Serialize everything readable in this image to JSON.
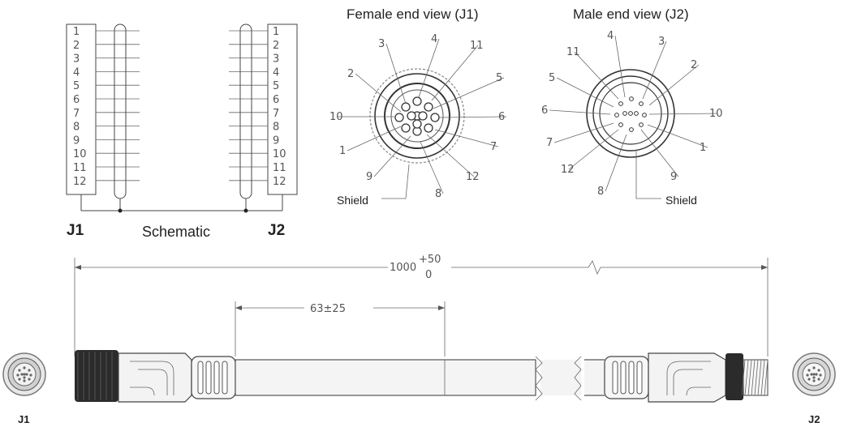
{
  "titles": {
    "female_view": "Female end view (J1)",
    "male_view": "Male end view (J2)",
    "schematic": "Schematic"
  },
  "schematic": {
    "left_connector": "J1",
    "right_connector": "J2",
    "pins": [
      "1",
      "2",
      "3",
      "4",
      "5",
      "6",
      "7",
      "8",
      "9",
      "10",
      "11",
      "12"
    ]
  },
  "female_view": {
    "shield_label": "Shield",
    "callouts": [
      "3",
      "4",
      "11",
      "2",
      "5",
      "10",
      "6",
      "1",
      "7",
      "9",
      "12",
      "8"
    ]
  },
  "male_view": {
    "shield_label": "Shield",
    "callouts": [
      "4",
      "3",
      "11",
      "2",
      "5",
      "6",
      "10",
      "7",
      "1",
      "12",
      "9",
      "8"
    ]
  },
  "dimensions": {
    "overall": "1000",
    "overall_tol_plus": "+50",
    "overall_tol_minus": "0",
    "tail": "63±25"
  },
  "cable": {
    "left_end_label": "J1",
    "right_end_label": "J2"
  }
}
